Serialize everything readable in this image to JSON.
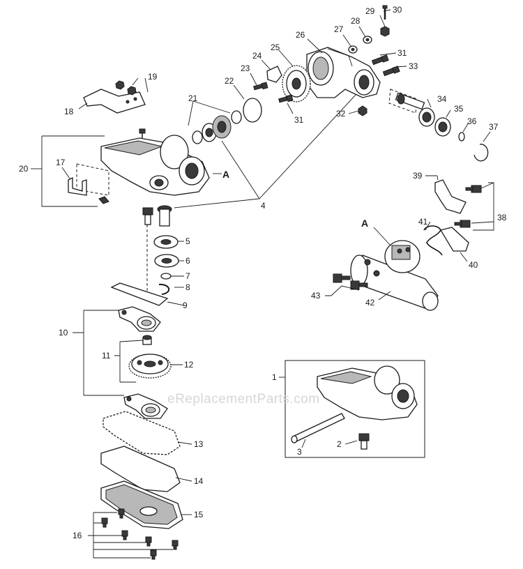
{
  "watermark": "eReplacementParts.com",
  "callouts": {
    "n1": "1",
    "n2": "2",
    "n3": "3",
    "n4": "4",
    "n5": "5",
    "n6": "6",
    "n7": "7",
    "n8": "8",
    "n9": "9",
    "n10": "10",
    "n11": "11",
    "n12": "12",
    "n13": "13",
    "n14": "14",
    "n15": "15",
    "n16": "16",
    "n17": "17",
    "n18": "18",
    "n19": "19",
    "n20": "20",
    "n21": "21",
    "n22": "22",
    "n23": "23",
    "n24": "24",
    "n25": "25",
    "n26": "26",
    "n27": "27",
    "n28": "28",
    "n29": "29",
    "n30": "30",
    "n31a": "31",
    "n31b": "31",
    "n32": "32",
    "n33": "33",
    "n34": "34",
    "n35": "35",
    "n36": "36",
    "n37": "37",
    "n38": "38",
    "n39": "39",
    "n40": "40",
    "n41": "41",
    "n42": "42",
    "n43": "43",
    "detailA1": "A",
    "detailA2": "A"
  }
}
